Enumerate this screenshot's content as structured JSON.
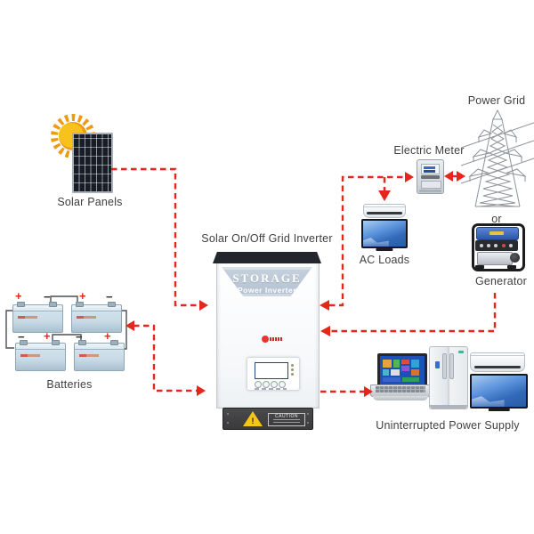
{
  "diagram": {
    "type": "solar-on-off-grid-inverter-system",
    "labels": {
      "solar_panels": "Solar Panels",
      "inverter_title": "Solar On/Off Grid Inverter",
      "inverter_banner_line1": "STORAGE",
      "inverter_banner_line2": "Power Inverter",
      "power_grid": "Power Grid",
      "electric_meter": "Electric Meter",
      "ac_loads": "AC Loads",
      "or": "or",
      "generator": "Generator",
      "batteries": "Batteries",
      "ups": "Uninterrupted Power Supply",
      "caution": "CAUTION",
      "warning_mark": "!",
      "plus": "+",
      "minus": "−"
    },
    "colors": {
      "arrow_red": "#e6261c",
      "sun_yellow": "#f6c21b",
      "sun_ray_orange": "#f09a12",
      "panel_dark": "#181c26",
      "banner_gray_blue": "#b3c1d1",
      "lcd_blue": "#3d6fd2",
      "battery_blue": "#c9dae6",
      "base_dark": "#3a3a3c",
      "label_text": "#404040"
    },
    "connections": [
      {
        "from": "solar-panels",
        "to": "inverter",
        "style": "red-dashed"
      },
      {
        "from": "inverter",
        "to": "batteries",
        "bidirectional": true,
        "style": "red-dashed"
      },
      {
        "from": "inverter",
        "to": "electric-meter",
        "style": "red-dashed"
      },
      {
        "from": "electric-meter",
        "to": "power-grid",
        "bidirectional": true,
        "style": "red-dashed"
      },
      {
        "from": "inverter",
        "to": "ac-loads",
        "style": "red-dashed"
      },
      {
        "from": "generator",
        "to": "inverter",
        "style": "red-dashed"
      },
      {
        "from": "inverter",
        "to": "uninterrupted-power-supply",
        "style": "red-dashed"
      }
    ]
  }
}
